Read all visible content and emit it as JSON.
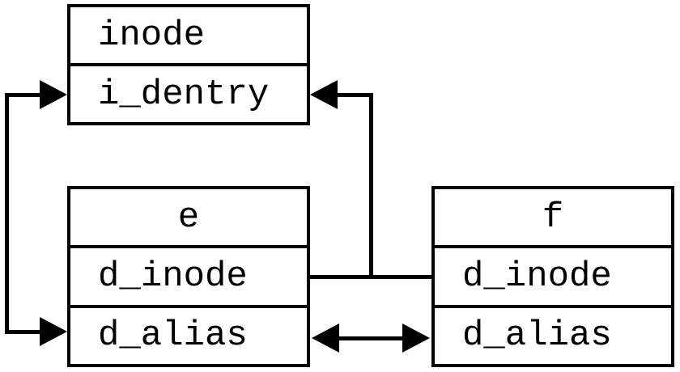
{
  "colors": {
    "line": "#000000",
    "background": "#ffffff",
    "text": "#000000"
  },
  "boxes": {
    "inode_struct": {
      "rows": [
        "inode",
        "i_dentry"
      ]
    },
    "dentry_e": {
      "rows": [
        "e",
        "d_inode",
        "d_alias"
      ]
    },
    "dentry_f": {
      "rows": [
        "f",
        "d_inode",
        "d_alias"
      ]
    }
  }
}
